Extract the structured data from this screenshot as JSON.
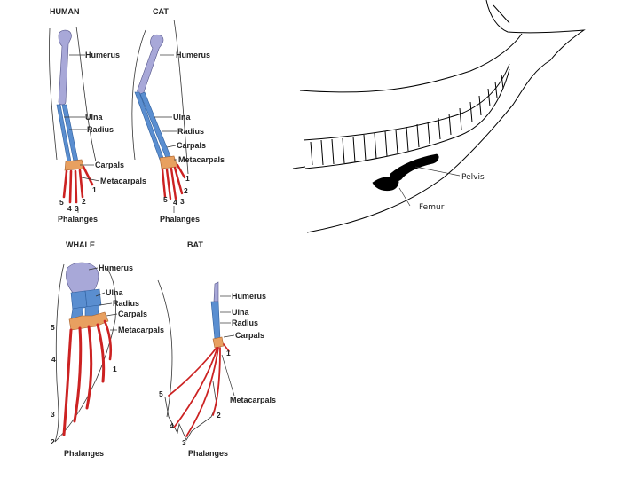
{
  "panels": {
    "human": {
      "title": "HUMAN",
      "labels": {
        "humerus": "Humerus",
        "ulna": "Ulna",
        "radius": "Radius",
        "carpals": "Carpals",
        "metacarpals": "Metacarpals",
        "phalanges": "Phalanges"
      },
      "digits": [
        "1",
        "2",
        "3",
        "4",
        "5"
      ]
    },
    "cat": {
      "title": "CAT",
      "labels": {
        "humerus": "Humerus",
        "ulna": "Ulna",
        "radius": "Radius",
        "carpals": "Carpals",
        "metacarpals": "Metacarpals",
        "phalanges": "Phalanges"
      },
      "digits": [
        "1",
        "2",
        "3",
        "4",
        "5"
      ]
    },
    "whale": {
      "title": "WHALE",
      "labels": {
        "humerus": "Humerus",
        "ulna": "Ulna",
        "radius": "Radius",
        "carpals": "Carpals",
        "metacarpals": "Metacarpals",
        "phalanges": "Phalanges"
      },
      "digits": [
        "1",
        "2",
        "3",
        "4",
        "5"
      ]
    },
    "bat": {
      "title": "BAT",
      "labels": {
        "humerus": "Humerus",
        "ulna": "Ulna",
        "radius": "Radius",
        "carpals": "Carpals",
        "metacarpals": "Metacarpals",
        "phalanges": "Phalanges"
      },
      "digits": [
        "1",
        "2",
        "3",
        "4",
        "5"
      ]
    }
  },
  "whale_skeleton": {
    "labels": {
      "pelvis": "Pelvis",
      "femur": "Femur"
    }
  },
  "colors": {
    "humerus": "#a8a8d8",
    "ulna_radius": "#5a8ed0",
    "carpals": "#e8a060",
    "metacarpals_phalanges": "#cc2222"
  }
}
